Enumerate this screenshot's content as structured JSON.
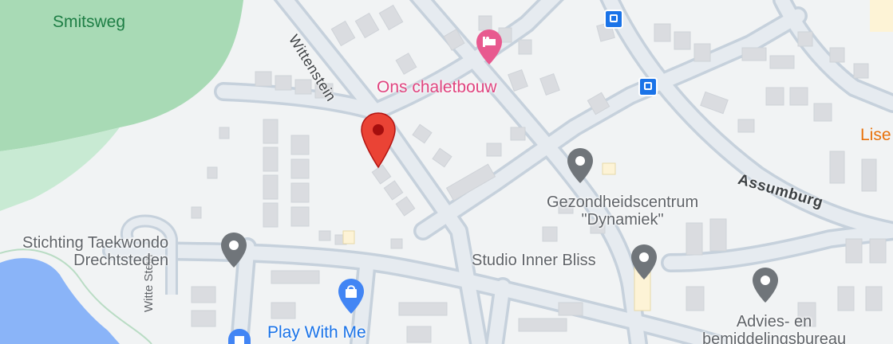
{
  "labels": {
    "park": "Smitsweg",
    "street_wittenstein": "Wittenstein",
    "street_assumburg": "Assumburg",
    "street_small": "Witte Stein",
    "hotel": "Ons chaletbouw",
    "health": "Gezondheidscentrum\n\"Dynamiek\"",
    "taekwondo": "Stichting Taekwondo\nDrechtsteden",
    "studio": "Studio Inner Bliss",
    "advies": "Advies- en\nbemiddelingsbureau",
    "play": "Play With Me",
    "lise": "Lise"
  },
  "icons": {
    "selected_pin": "location-pin-icon",
    "hotel": "hotel-bed-icon",
    "poi": "gray-place-pin-icon",
    "shop": "shopping-bag-icon",
    "bus": "bus-stop-icon"
  },
  "colors": {
    "background": "#f1f3f4",
    "road": "#c6d1dc",
    "road_fill": "#e6ebf0",
    "building": "#dadce0",
    "park": "#a8dab5",
    "water": "#8ab4f8",
    "pin": "#ea4335",
    "hotel": "#e8598f",
    "poi": "#70757a",
    "shop": "#4285f4",
    "bus": "#1a73e8"
  }
}
